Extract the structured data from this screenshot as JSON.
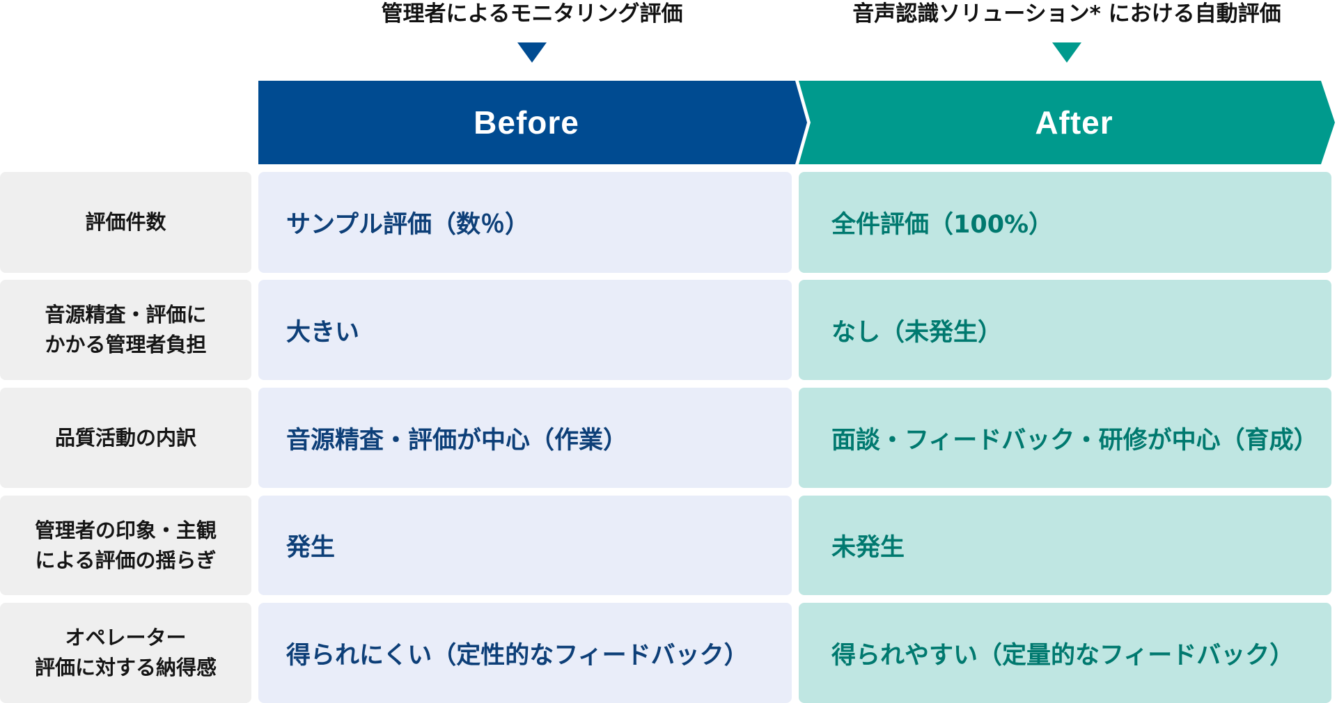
{
  "columns": {
    "before": {
      "caption": "管理者によるモニタリング評価",
      "header": "Before",
      "color": "#004b91",
      "cell_bg": "#e9edf9",
      "text_color": "#0d3f78"
    },
    "after": {
      "caption": "音声認識ソリューション* における自動評価",
      "header": "After",
      "color": "#009a8d",
      "cell_bg": "#bfe6e2",
      "text_color": "#00796f"
    }
  },
  "rows": [
    {
      "label": "評価件数",
      "before": "サンプル評価（数％）",
      "after": "全件評価（100%）"
    },
    {
      "label": "音源精査・評価に\nかかる管理者負担",
      "before": "大きい",
      "after": "なし（未発生）"
    },
    {
      "label": "品質活動の内訳",
      "before": "音源精査・評価が中心（作業）",
      "after": "面談・フィードバック・研修が中心（育成）"
    },
    {
      "label": "管理者の印象・主観\nによる評価の揺らぎ",
      "before": "発生",
      "after": "未発生"
    },
    {
      "label": "オペレーター\n評価に対する納得感",
      "before": "得られにくい（定性的なフィードバック）",
      "after": "得られやすい（定量的なフィードバック）"
    }
  ]
}
